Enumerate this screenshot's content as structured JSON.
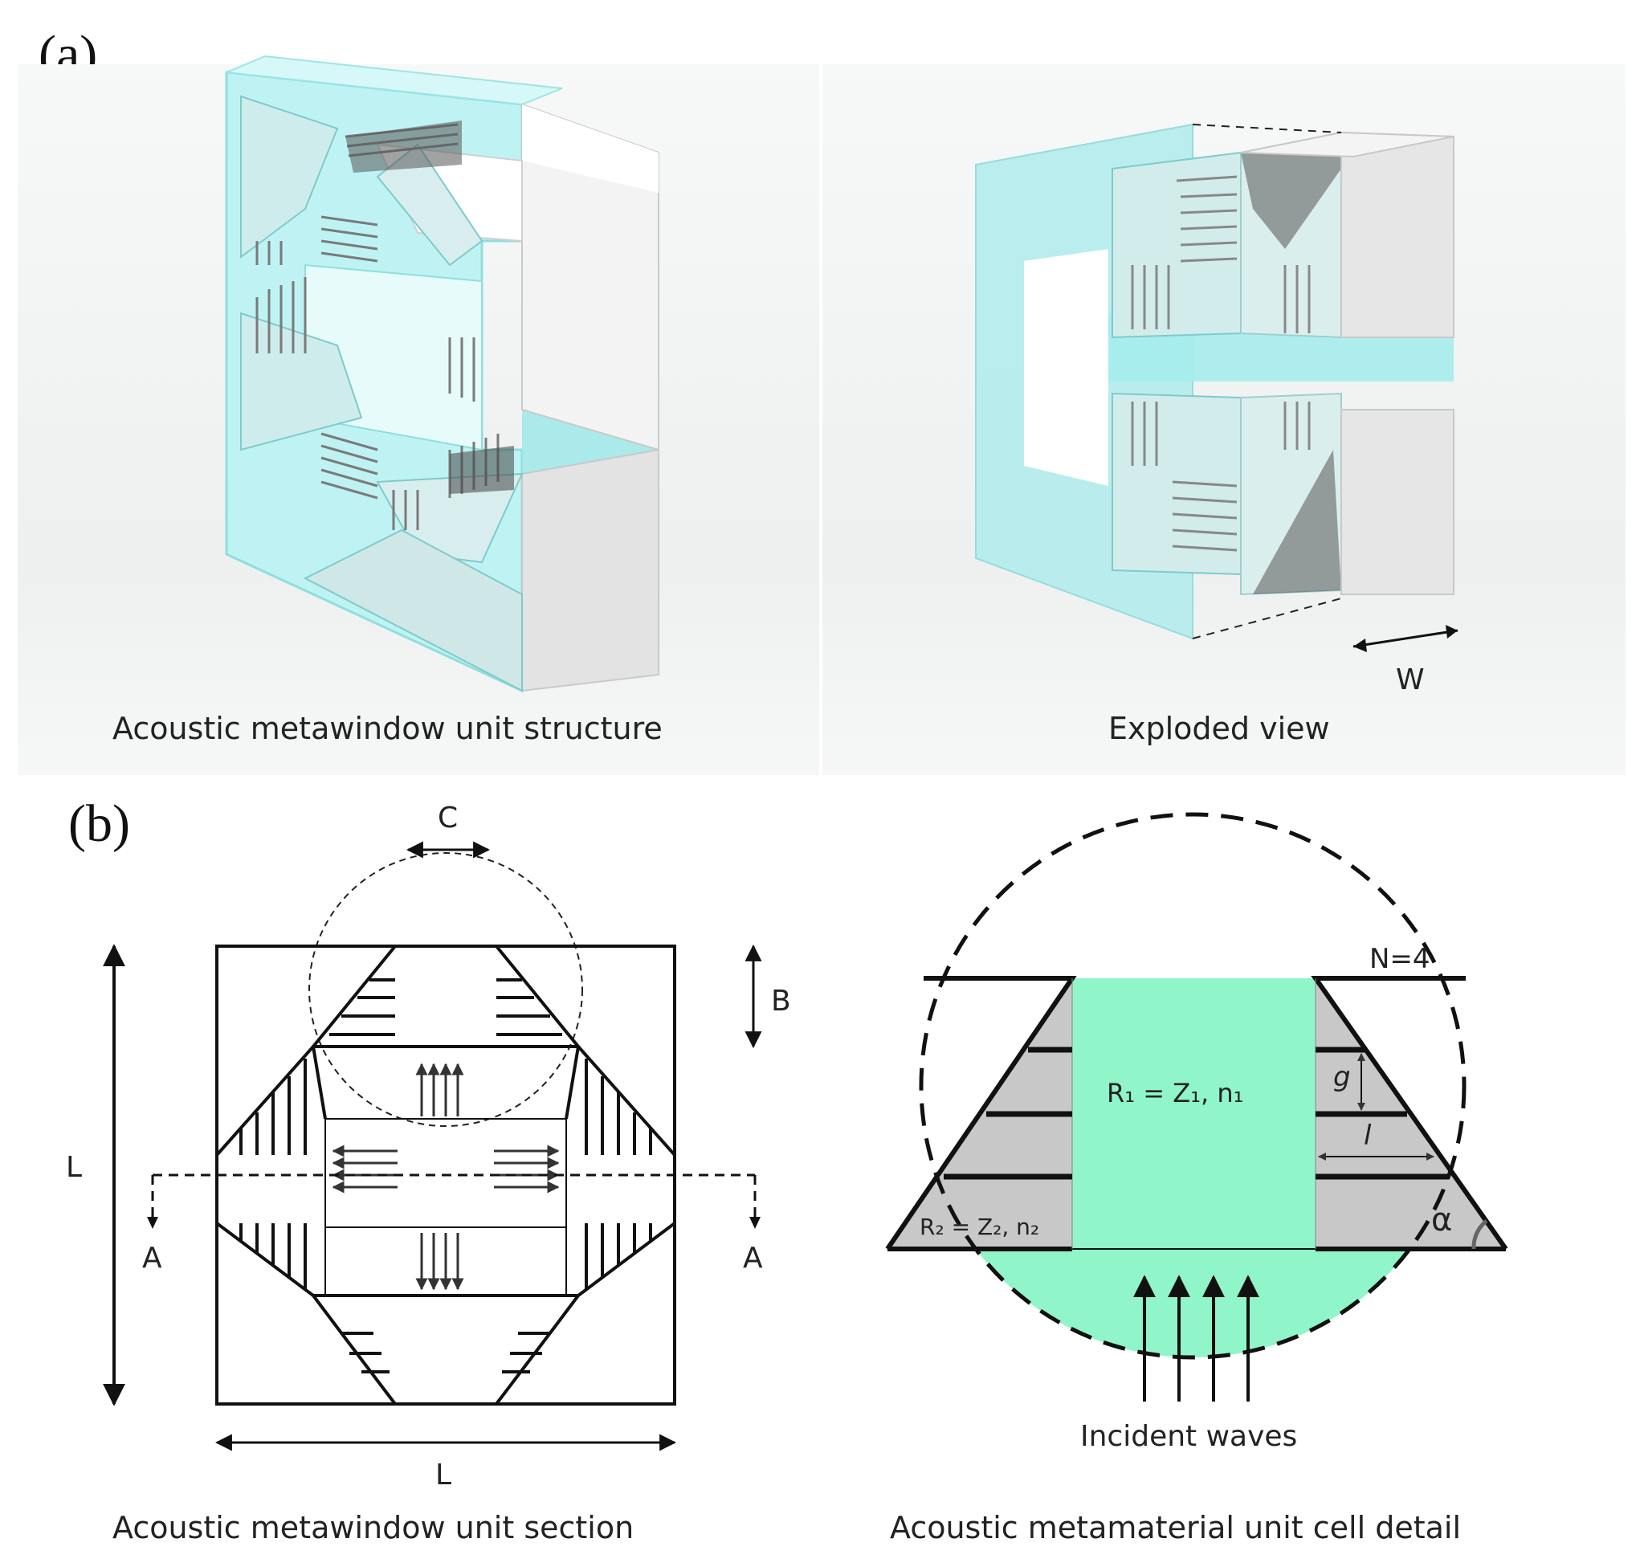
{
  "panel_a": {
    "letter": "(a)",
    "caption_left": "Acoustic metawindow unit structure",
    "caption_right": "Exploded view",
    "dim_w": "W"
  },
  "panel_b": {
    "letter": "(b)",
    "caption_left": "Acoustic metawindow unit section",
    "caption_right": "Acoustic metamaterial unit cell detail",
    "dim_c": "C",
    "dim_b": "B",
    "dim_l_vertical": "L",
    "dim_l_horizontal": "L",
    "section_a_left": "A",
    "section_a_right": "A",
    "n_label": "N=4",
    "g_label": "g",
    "l_label": "l",
    "alpha_label": "α",
    "r1_label": "R₁ = Z₁, n₁",
    "r2_label": "R₂ = Z₂, n₂",
    "incident_label": "Incident waves"
  },
  "colors": {
    "glass": "#a8eeee",
    "detail_fill": "#90f5c8",
    "gray_fill": "#c8c8c8",
    "line": "#111111"
  }
}
